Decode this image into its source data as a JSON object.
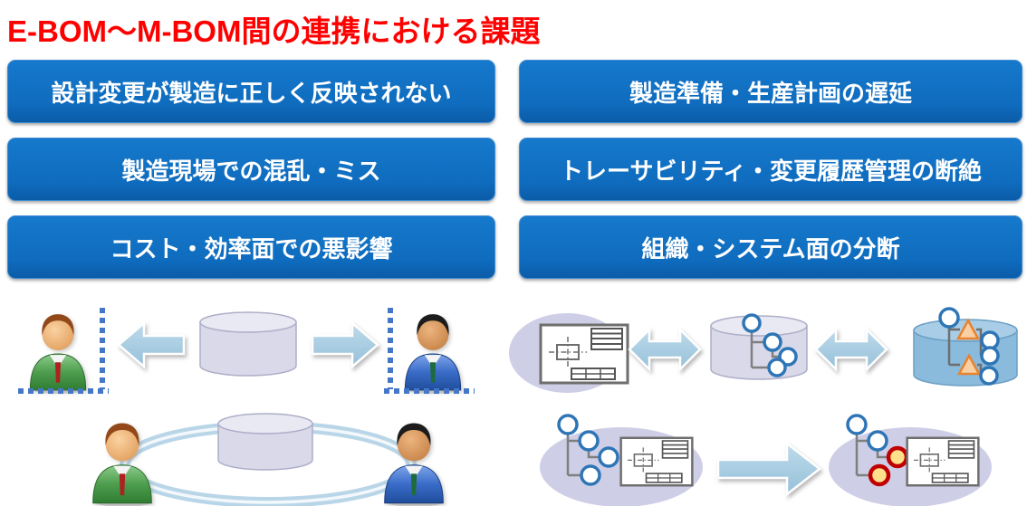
{
  "title": {
    "text": "E-BOM～M-BOM間の連携における課題"
  },
  "issues": [
    {
      "label": "設計変更が製造に正しく反映されない"
    },
    {
      "label": "製造準備・生産計画の遅延"
    },
    {
      "label": "製造現場での混乱・ミス"
    },
    {
      "label": "トレーサビリティ・変更履歴管理の断絶"
    },
    {
      "label": "コスト・効率面での悪影響"
    },
    {
      "label": "組織・システム面の分断"
    }
  ],
  "colors": {
    "title_red": "#FF0000",
    "issue_box_blue": "#0F6CBE",
    "issue_box_text": "#FFFFFF",
    "arrow_light_blue": "#A9CDE3",
    "dotted_barrier_blue": "#4577C8",
    "cylinder_lavender": "#D9D9EA",
    "cylinder_blue": "#8ABADC",
    "ellipse_lavender": "#CECEE7",
    "bom_node_blue_border": "#2E75B6",
    "changed_node_border_red": "#C00000",
    "changed_node_fill_yellow": "#FFE08A",
    "triangle_orange_border": "#E8832F",
    "triangle_orange_fill": "#F9CFA4",
    "person_green_jacket": "#4E9E4E",
    "person_blue_jacket": "#3A6CC8"
  },
  "icons": [
    "engineer-person-icon",
    "manufacturing-person-icon",
    "database-cylinder-icon",
    "database-cylinder-blue-icon",
    "left-block-arrow-icon",
    "right-block-arrow-icon",
    "double-block-arrow-icon",
    "dotted-barrier-icon",
    "sync-ring-icon",
    "cad-drawing-document-icon",
    "bom-tree-icon",
    "bom-tree-changed-icon"
  ]
}
